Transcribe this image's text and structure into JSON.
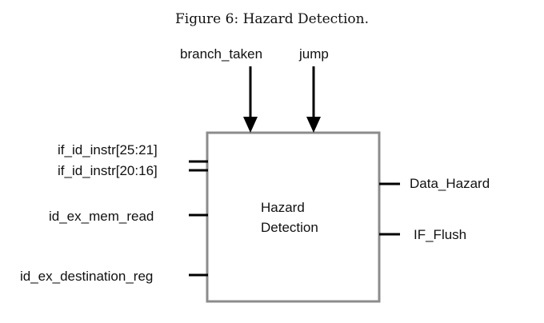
{
  "figure": {
    "caption": "Figure 6: Hazard Detection."
  },
  "block": {
    "label_line1": "Hazard",
    "label_line2": "Detection"
  },
  "top_inputs": [
    {
      "label": "branch_taken"
    },
    {
      "label": "jump"
    }
  ],
  "left_inputs": [
    {
      "label": "if_id_instr[25:21]"
    },
    {
      "label": "if_id_instr[20:16]"
    },
    {
      "label": "id_ex_mem_read"
    },
    {
      "label": "id_ex_destination_reg"
    }
  ],
  "right_outputs": [
    {
      "label": "Data_Hazard"
    },
    {
      "label": "IF_Flush"
    }
  ]
}
